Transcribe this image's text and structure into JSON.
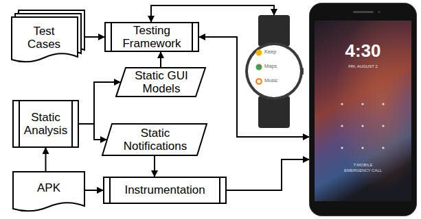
{
  "diagram": {
    "nodes": [
      {
        "text": [
          "Test Cases"
        ]
      },
      {
        "text": [
          "Testing Framework"
        ]
      },
      {
        "text": [
          "Static GUI Models"
        ]
      },
      {
        "text": [
          "Static Analysis"
        ]
      },
      {
        "text": [
          "Static Notifications"
        ]
      },
      {
        "text": [
          "APK"
        ]
      },
      {
        "text": [
          "Instrumentation"
        ]
      },
      {
        "text": [
          "Keep",
          "Maps",
          "Music"
        ]
      },
      {
        "text": [
          "4:30",
          "FRI, AUGUST 2",
          "T-MOBILE",
          "EMERGENCY CALL"
        ]
      }
    ],
    "edges": [
      {
        "from": 0,
        "to": 1,
        "arrow": "to"
      },
      {
        "from": 2,
        "to": 1,
        "arrow": "to"
      },
      {
        "from": 3,
        "to": 2,
        "arrow": "to"
      },
      {
        "from": 3,
        "to": 4,
        "arrow": "to"
      },
      {
        "from": 5,
        "to": 3,
        "arrow": "to"
      },
      {
        "from": 5,
        "to": 6,
        "arrow": "to"
      },
      {
        "from": 4,
        "to": 6,
        "arrow": "to"
      },
      {
        "from": 6,
        "to": 8,
        "arrow": "to"
      },
      {
        "from": 1,
        "to": 7,
        "arrow": "both"
      },
      {
        "from": 1,
        "to": 8,
        "arrow": "both"
      }
    ]
  }
}
